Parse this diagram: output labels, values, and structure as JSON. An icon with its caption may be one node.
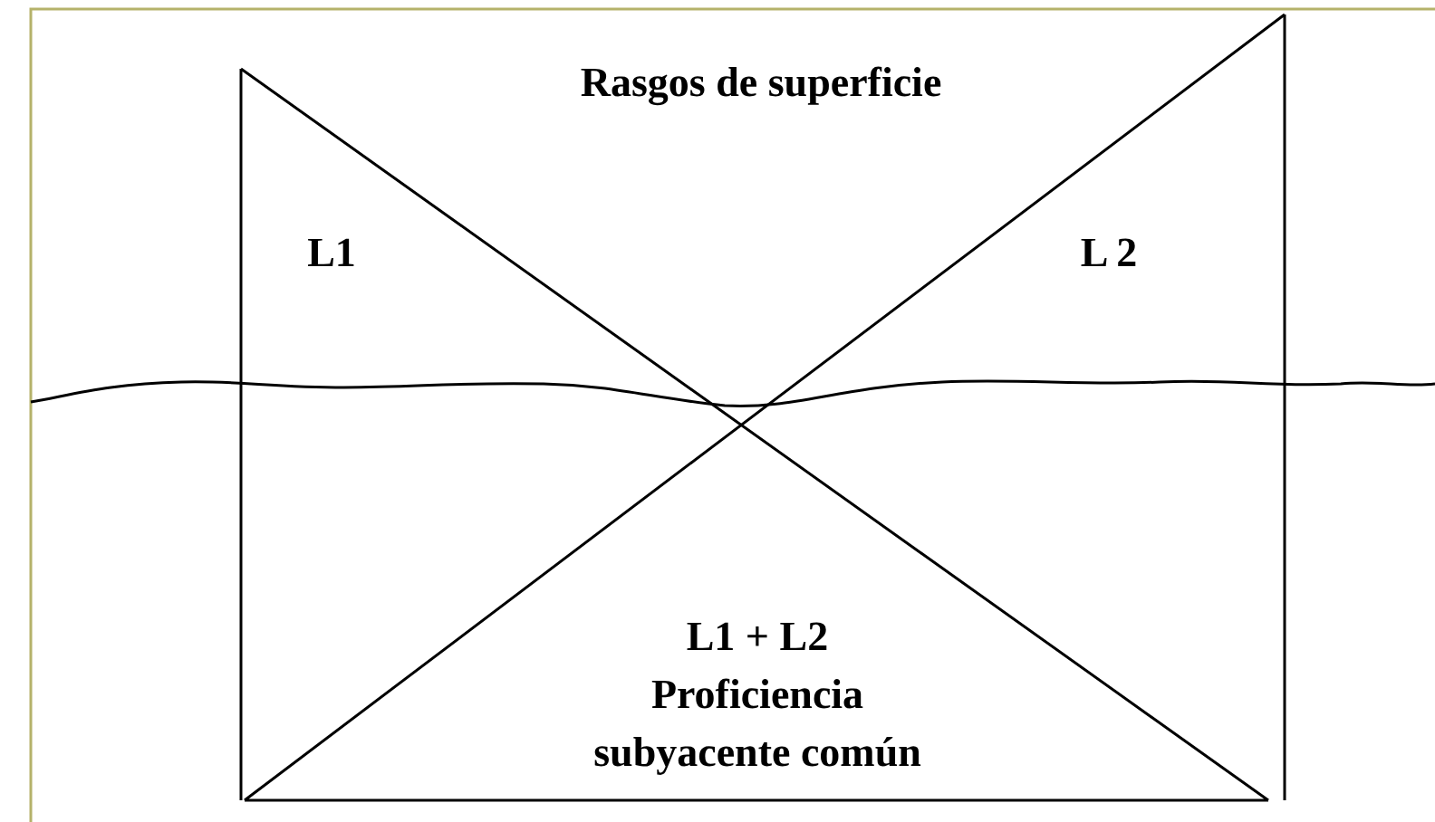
{
  "diagram": {
    "labels": [
      "Rasgos de superficie",
      "L1",
      "L 2",
      "L1 + L2",
      "Proficiencia subyacente común"
    ]
  }
}
